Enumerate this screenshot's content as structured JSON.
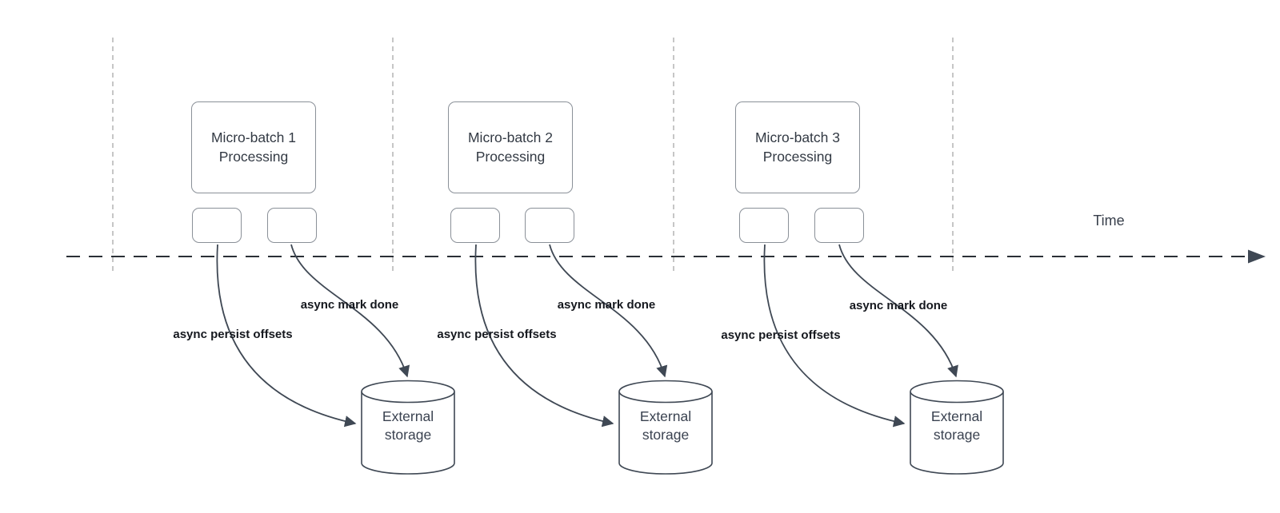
{
  "diagram": {
    "time_label": "Time",
    "groups": [
      {
        "batch_label": "Micro-batch 1 Processing",
        "persist_arrow_label": "async persist offsets",
        "mark_arrow_label": "async mark done",
        "storage_label": "External storage"
      },
      {
        "batch_label": "Micro-batch 2 Processing",
        "persist_arrow_label": "async persist offsets",
        "mark_arrow_label": "async mark done",
        "storage_label": "External storage"
      },
      {
        "batch_label": "Micro-batch 3 Processing",
        "persist_arrow_label": "async persist offsets",
        "mark_arrow_label": "async mark done",
        "storage_label": "External storage"
      }
    ],
    "colors": {
      "arrow": "#3f4854",
      "timeline": "#2a2f36",
      "guide_line": "#b8b8b8",
      "box_border": "#8a9098",
      "cylinder_border": "#3f4854",
      "box_text": "#333a44",
      "bold_label_text": "#15181e"
    }
  }
}
